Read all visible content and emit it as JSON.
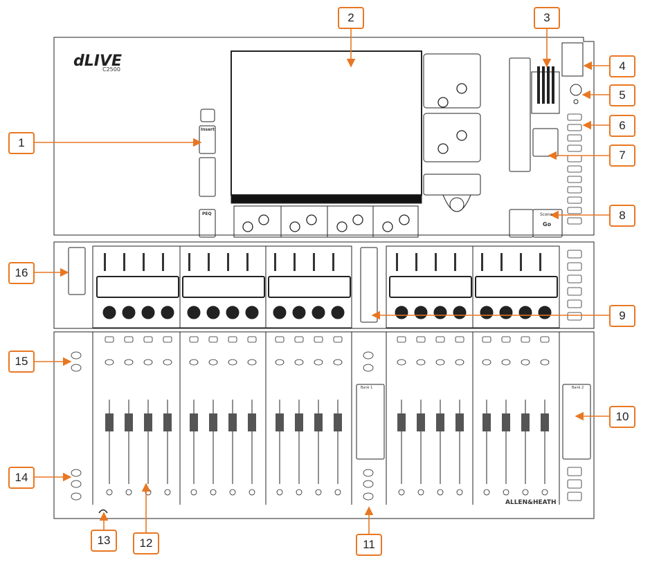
{
  "brand": {
    "logo": "dLIVE",
    "model": "C2500",
    "maker": "ALLEN&HEATH"
  },
  "callouts": [
    "1",
    "2",
    "3",
    "4",
    "5",
    "6",
    "7",
    "8",
    "9",
    "10",
    "11",
    "12",
    "13",
    "14",
    "15",
    "16"
  ],
  "panel_labels": {
    "insert": "Insert",
    "peq": "PEQ",
    "scene": "Scene",
    "go": "Go",
    "bank1": "Bank 1",
    "bank2": "Bank 2"
  },
  "colors": {
    "callout_border": "#e87722",
    "arrow": "#e87722",
    "outline": "#222222"
  }
}
